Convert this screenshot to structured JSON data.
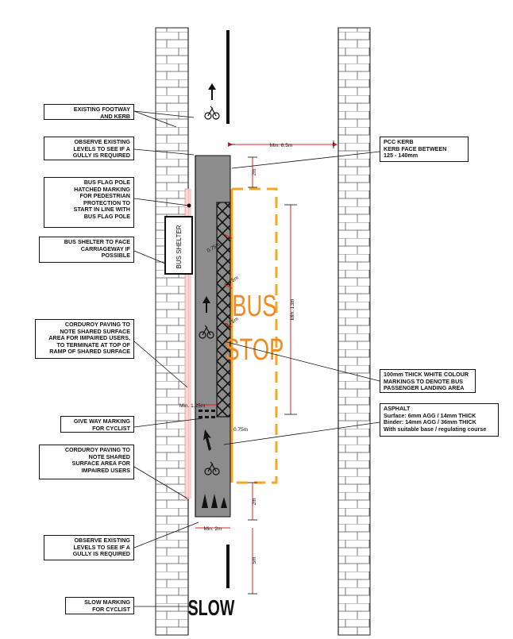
{
  "colors": {
    "shared_surface": "#8c8c8c",
    "brick_line": "#555555",
    "dimension_red": "#e02020",
    "stop_box_orange": "#f5a623",
    "bus_stop_text": "#f08a24",
    "tactile_pink": "#f2a0a0"
  },
  "labels": {
    "existing_footway": "EXISTING FOOTWAY\nAND KERB",
    "observe_levels_top": "OBSERVE EXISTING\nLEVELS TO SEE IF A\nGULLY IS REQUIRED",
    "bus_flag_pole": "BUS FLAG POLE\nHATCHED  MARKING\nFOR PEDESTRIAN\nPROTECTION TO\nSTART IN LINE WITH\nBUS FLAG POLE",
    "bus_shelter_face": "BUS SHELTER TO FACE\nCARRIAGEWAY IF\nPOSSIBLE",
    "corduroy_top": "CORDUROY PAVING TO\nNOTE SHARED SURFACE\nAREA FOR IMPAIRED USERS,\nTO TERMINATE AT TOP OF\nRAMP OF SHARED SURFACE",
    "give_way": "GIVE WAY MARKING\nFOR CYCLIST",
    "corduroy_bottom": "CORDUROY PAVING TO\nNOTE SHARED\nSURFACE AREA FOR\nIMPAIRED USERS",
    "observe_levels_bottom": "OBSERVE EXISTING\nLEVELS TO SEE IF A\nGULLY IS REQUIRED",
    "slow_marking": "SLOW MARKING\nFOR CYCLIST",
    "pcc_kerb": "PCC KERB\nKERB FACE BETWEEN\n125 - 140mm",
    "white_markings": "100mm THICK WHITE COLOUR\nMARKINGS TO DENOTE BUS\nPASSENGER LANDING AREA",
    "asphalt": "ASPHALT\nSurface: 6mm AGG / 14mm THICK\nBinder: 14mm AGG / 36mm THICK\nWith suitable base / regulating course"
  },
  "markings": {
    "bus_shelter": "BUS SHELTER",
    "bus": "BUS",
    "stop": "STOP",
    "slow": "SLOW"
  },
  "dimensions": {
    "min_6_5": "Min. 6.5m",
    "d_2m_top": "2m",
    "min_13": "Min. 13m",
    "d_0_75_a": "0.75m",
    "d_0_75_b": "0.75m",
    "d_0_75_c": "0.75m",
    "min_1_25": "Min. 1.25m",
    "d_0_75_d": "0.75m",
    "d_2m_bottom": "2m",
    "min_2m": "Min. 2m",
    "d_5m": "5m"
  }
}
